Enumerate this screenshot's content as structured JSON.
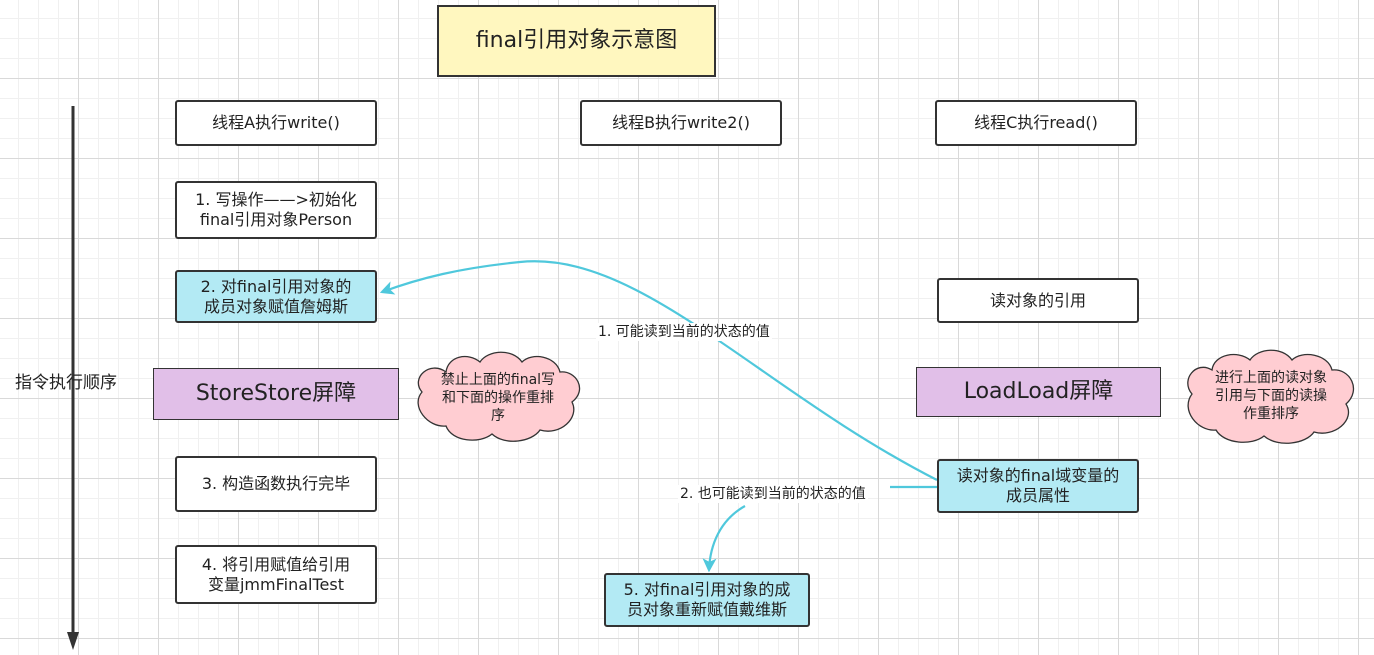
{
  "title": "final引用对象示意图",
  "side_label": "指令执行顺序",
  "threads": {
    "a": "线程A执行write()",
    "b": "线程B执行write2()",
    "c": "线程C执行read()"
  },
  "steps": {
    "a1": "1. 写操作——>初始化\nfinal引用对象Person",
    "a2": "2. 对final引用对象的\n成员对象赋值詹姆斯",
    "a3": "3. 构造函数执行完毕",
    "a4": "4. 将引用赋值给引用\n变量jmmFinalTest",
    "b5": "5. 对final引用对象的成\n员对象重新赋值戴维斯",
    "c1": "读对象的引用",
    "c2": "读对象的final域变量的\n成员属性"
  },
  "barriers": {
    "storestore": "StoreStore屏障",
    "loadload": "LoadLoad屏障"
  },
  "clouds": {
    "left": "禁止上面的final写\n和下面的操作重排\n序",
    "right": "进行上面的读对象\n引用与下面的读操\n作重排序"
  },
  "edges": {
    "e1": "1. 可能读到当前的状态的值",
    "e2": "2. 也可能读到当前的状态的值"
  },
  "colors": {
    "title_fill": "#fff7bf",
    "cyan_fill": "#b3eaf4",
    "purple_fill": "#e1bfe8",
    "cloud_fill": "#ffcdd2",
    "arrow": "#4fc8dc"
  }
}
